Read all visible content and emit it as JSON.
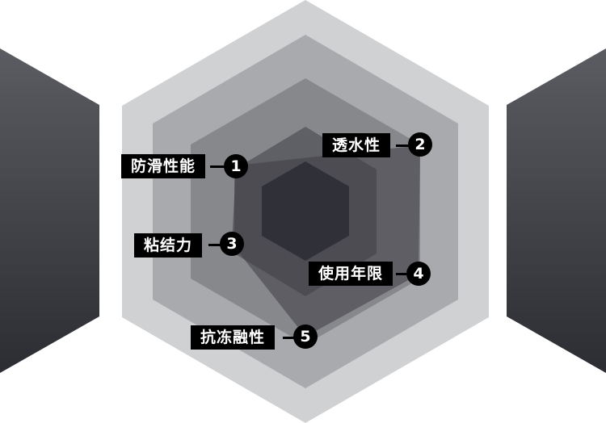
{
  "labels": [
    {
      "num": "1",
      "text": "防滑性能"
    },
    {
      "num": "2",
      "text": "透水性"
    },
    {
      "num": "3",
      "text": "粘结力"
    },
    {
      "num": "4",
      "text": "使用年限"
    },
    {
      "num": "5",
      "text": "抗冻融性"
    }
  ],
  "colors": {
    "ring1": "#d0d1d3",
    "ring2": "#a9aaad",
    "ring3": "#87888c",
    "ring4": "#5f6065",
    "ring5": "#2f3038",
    "label_bg": "#000000"
  }
}
